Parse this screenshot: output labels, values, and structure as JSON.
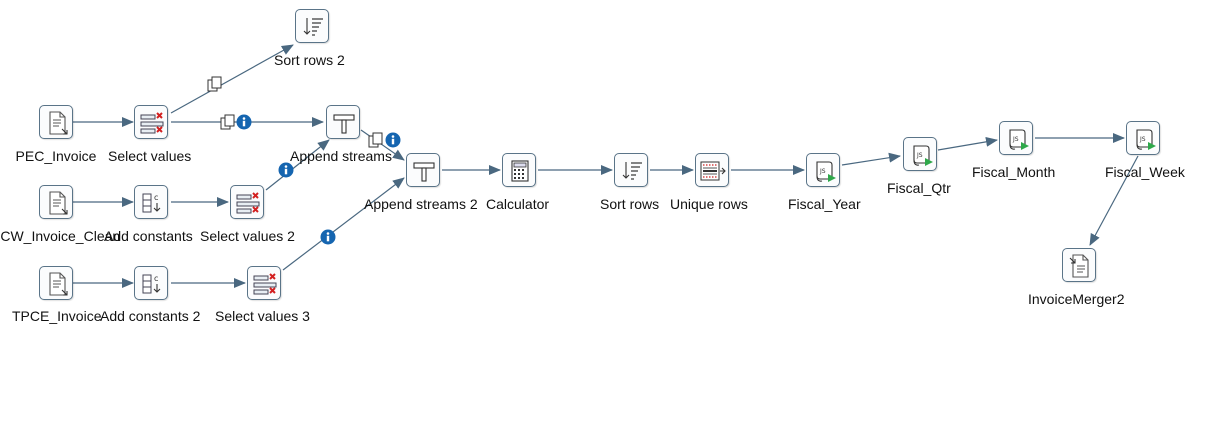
{
  "canvas": {
    "steps": {
      "pec_invoice": "PEC_Invoice",
      "pcw_invoice_clean": "PCW_Invoice_Clean",
      "tpce_invoice": "TPCE_Invoice",
      "select_values": "Select values",
      "add_constants": "Add constants",
      "add_constants_2": "Add constants 2",
      "select_values_2": "Select values 2",
      "select_values_3": "Select values 3",
      "sort_rows_2": "Sort rows 2",
      "append_streams": "Append streams",
      "append_streams_2": "Append streams 2",
      "calculator": "Calculator",
      "sort_rows": "Sort rows",
      "unique_rows": "Unique rows",
      "fiscal_year": "Fiscal_Year",
      "fiscal_qtr": "Fiscal_Qtr",
      "fiscal_month": "Fiscal_Month",
      "fiscal_week": "Fiscal_Week",
      "invoice_merger2": "InvoiceMerger2"
    },
    "icons": {
      "input_step": "text-file-input-icon",
      "select_values": "select-values-icon",
      "add_constants": "add-constants-icon",
      "sort_rows": "sort-rows-icon",
      "append_streams": "append-streams-icon",
      "calculator": "calculator-icon",
      "unique_rows": "unique-rows-icon",
      "javascript": "javascript-step-icon",
      "output_step": "text-file-output-icon",
      "copy_hop": "copy-rows-icon",
      "info_hop": "info-icon"
    },
    "colors": {
      "hop": "#4a6880",
      "step_border": "#5a7488",
      "info_badge": "#1565b0",
      "delete_mark": "#d32020",
      "run_mark": "#2ea84a"
    }
  }
}
